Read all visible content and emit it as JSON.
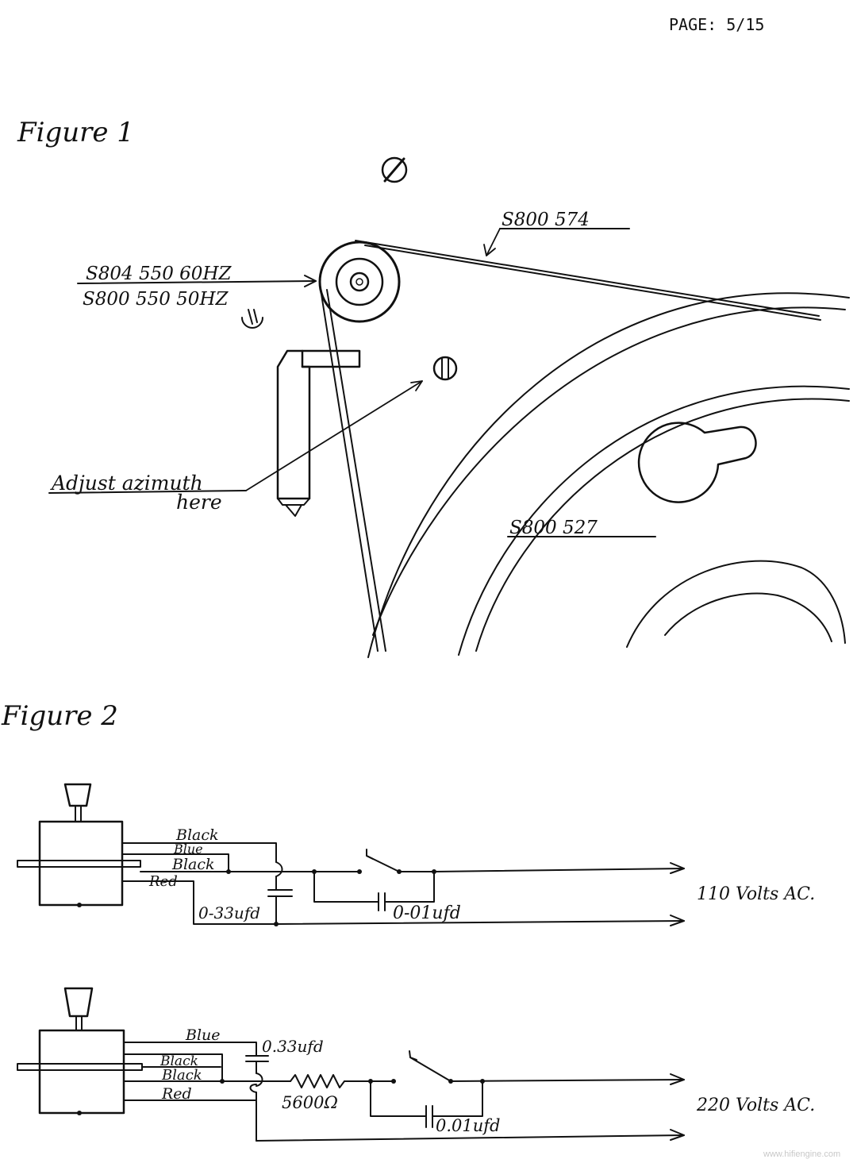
{
  "header": {
    "page_label": "PAGE: 5/15"
  },
  "figure1": {
    "title": "Figure 1",
    "belt_part": "S800 574",
    "pulley_part_60hz": "S804 550 60HZ",
    "pulley_part_50hz": "S800 550 50HZ",
    "platter_part": "S800 527",
    "azimuth_line1": "Adjust azimuth",
    "azimuth_line2": "here"
  },
  "figure2": {
    "title": "Figure 2",
    "circuit_110": {
      "wire_black_top": "Black",
      "wire_blue": "Blue",
      "wire_black_bottom": "Black",
      "wire_red": "Red",
      "capacitor_main": "0-33ufd",
      "capacitor_switch": "0-01ufd",
      "voltage": "110 Volts AC."
    },
    "circuit_220": {
      "wire_blue": "Blue",
      "wire_black_top": "Black",
      "wire_black_bottom": "Black",
      "wire_red": "Red",
      "capacitor_main": "0.33ufd",
      "resistor": "5600Ω",
      "capacitor_switch": "0.01ufd",
      "voltage": "220 Volts AC."
    }
  },
  "footer": {
    "watermark": "www.hifiengine.com"
  }
}
